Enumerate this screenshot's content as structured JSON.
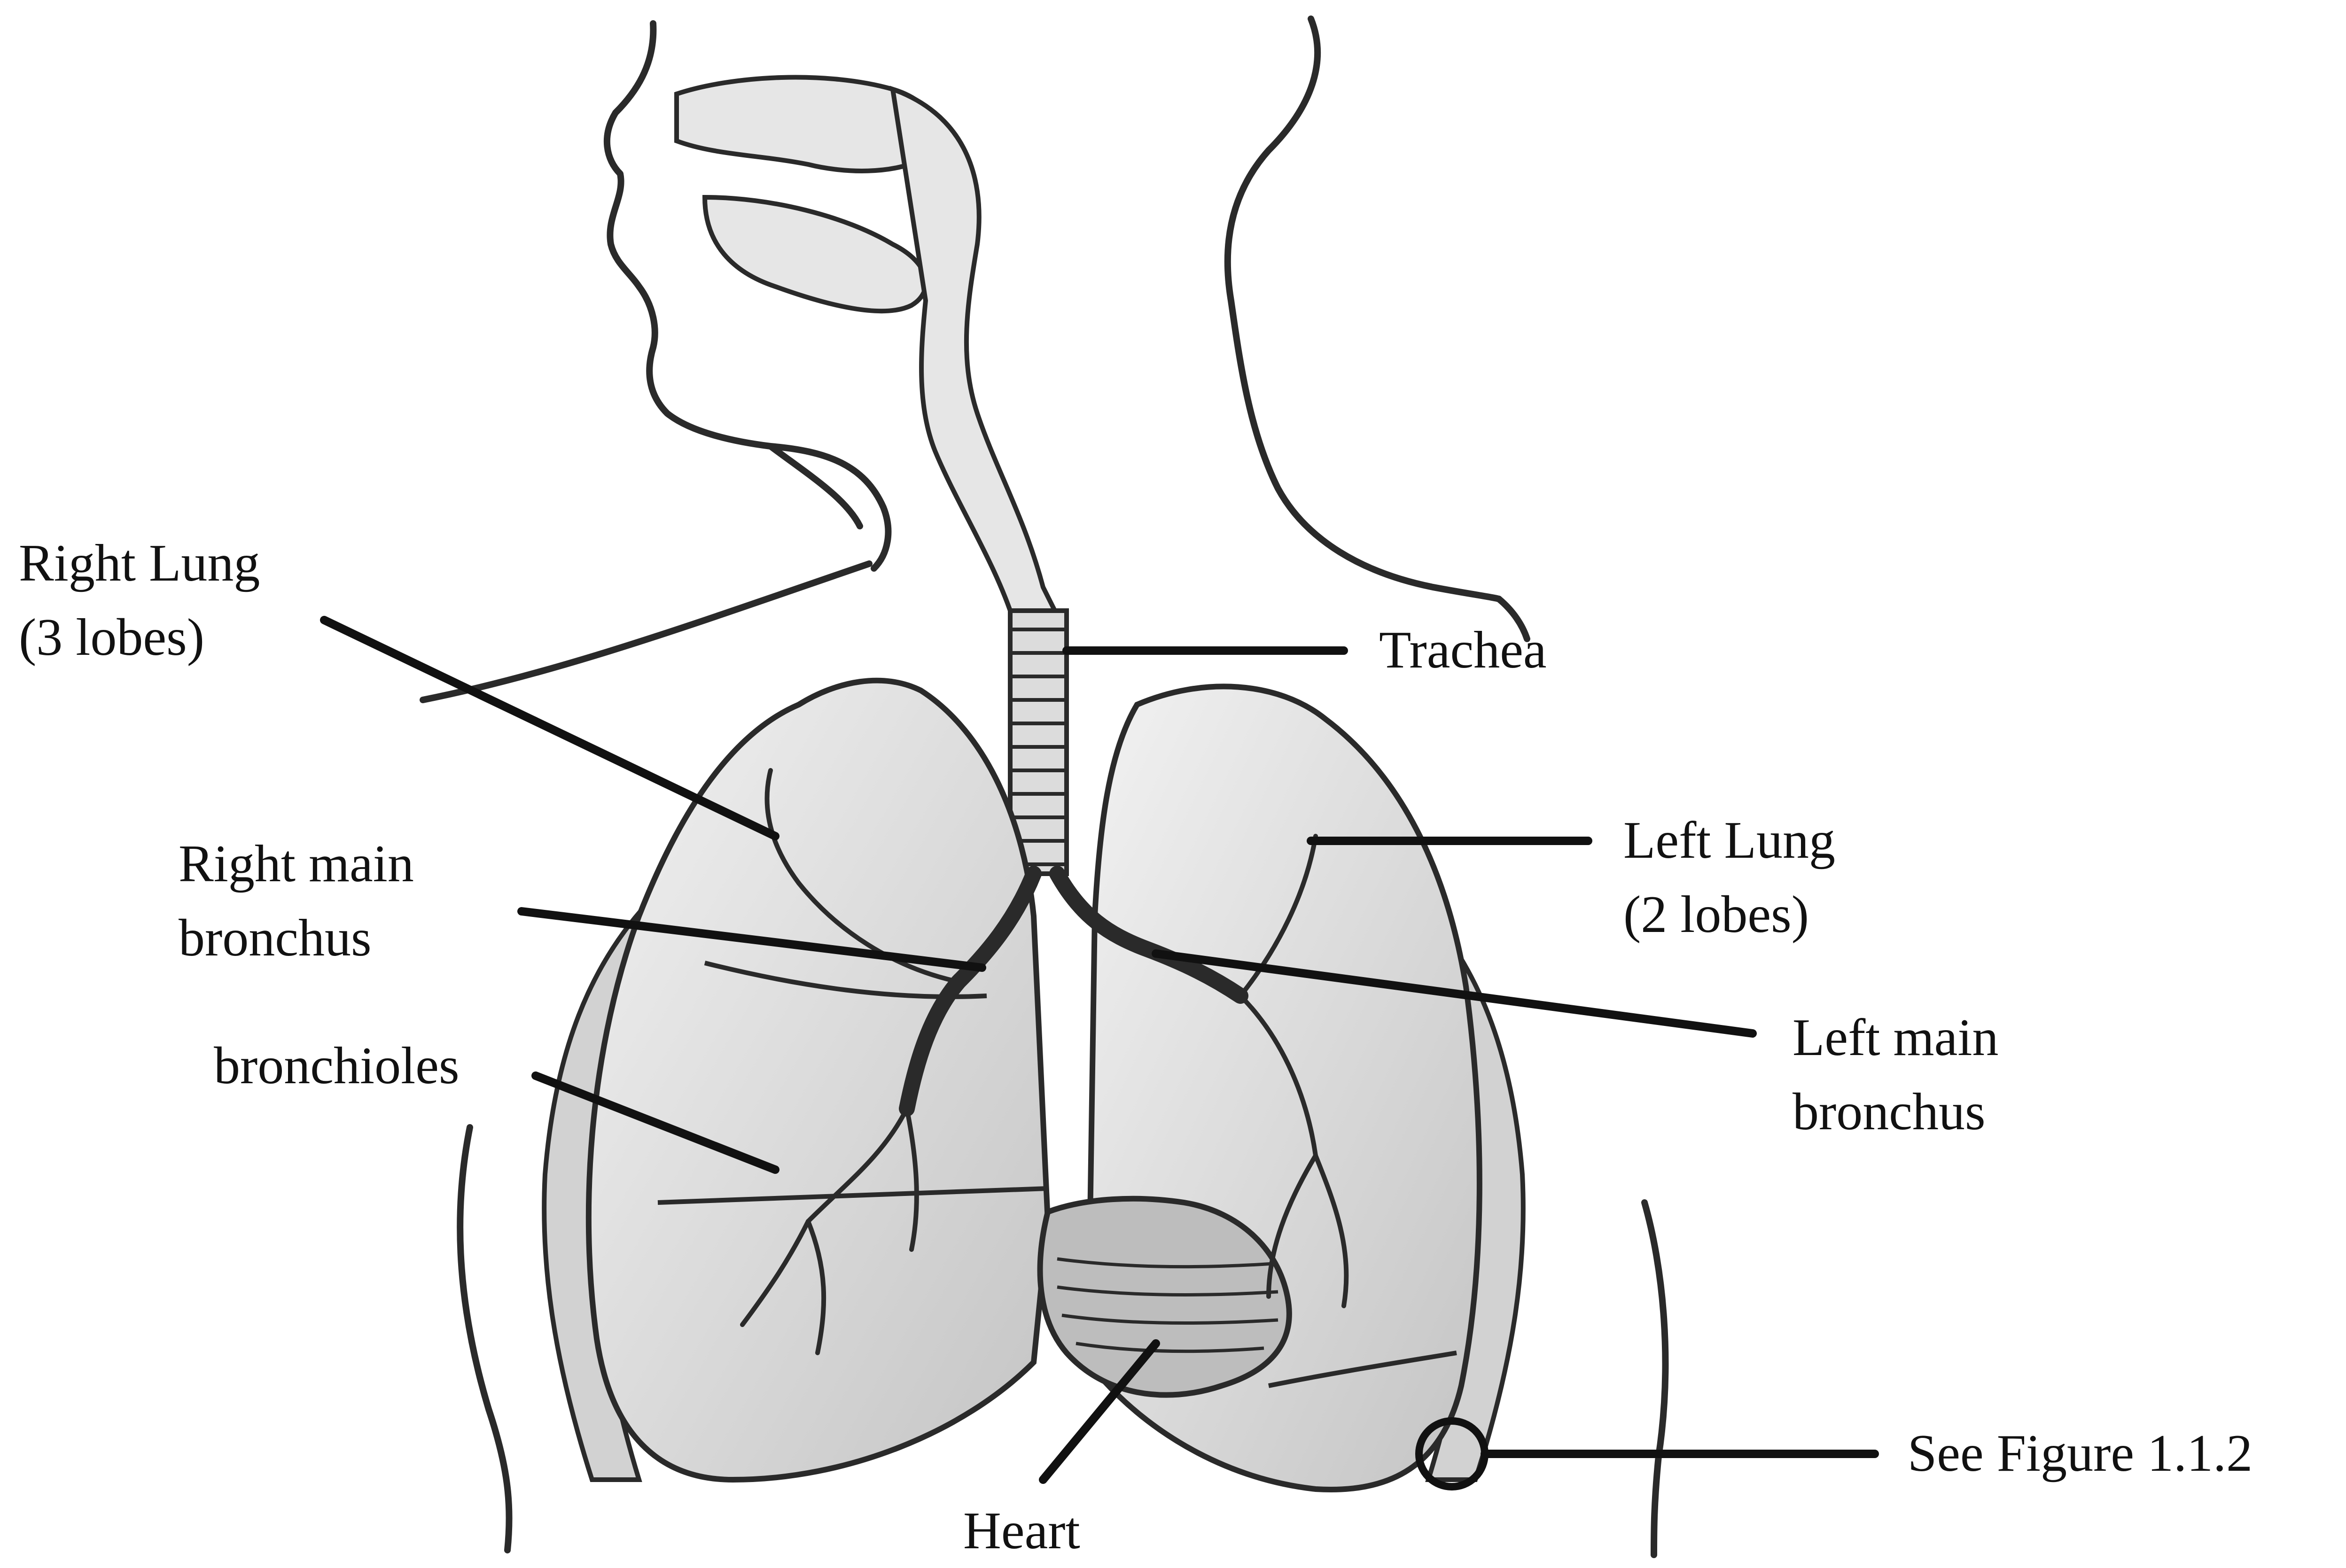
{
  "labels": {
    "right_lung": [
      "Right Lung",
      "(3 lobes)"
    ],
    "right_main_bronchus": [
      "Right main",
      "bronchus"
    ],
    "bronchioles": [
      "bronchioles"
    ],
    "trachea": [
      "Trachea"
    ],
    "left_lung": [
      "Left Lung",
      "(2 lobes)"
    ],
    "left_main_bronchus": [
      "Left main",
      "bronchus"
    ],
    "heart": [
      "Heart"
    ],
    "see_figure": [
      "See Figure 1.1.2"
    ]
  },
  "colors": {
    "ink": "#111111",
    "shading": "#cfcfcf",
    "background": "#ffffff"
  }
}
